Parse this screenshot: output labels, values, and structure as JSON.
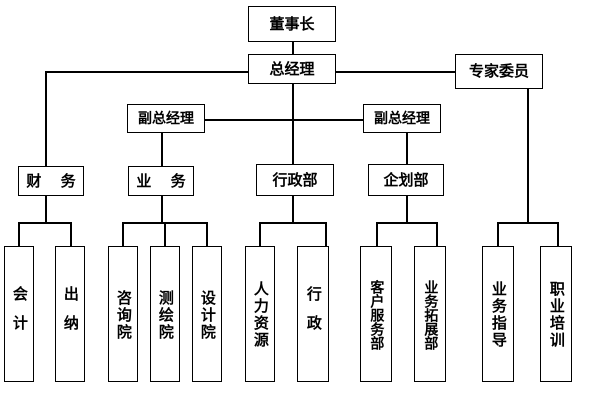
{
  "diagram": {
    "type": "organization-chart",
    "title": "",
    "orientation": "top-down",
    "line_color": "#000000",
    "box_border_color": "#000000",
    "box_fill_color": "#ffffff",
    "background_color": "#ffffff"
  },
  "nodes": {
    "chairman": "董事长",
    "general_manager": "总经理",
    "expert_committee": "专家委员",
    "deputy_gm_left": "副总经理",
    "deputy_gm_right": "副总经理",
    "finance": "财 务",
    "business": "业 务",
    "admin_dept": "行政部",
    "planning_dept": "企划部",
    "accounting": "会计",
    "cashier": "出纳",
    "consulting_institute": "咨询院",
    "surveying_institute": "测绘院",
    "design_institute": "设计院",
    "human_resources": "人力资源",
    "administration": "行政",
    "customer_service_dept": "客户服务部",
    "business_development_dept": "业务拓展部",
    "business_guidance": "业务指导",
    "vocational_training": "职业培训"
  }
}
